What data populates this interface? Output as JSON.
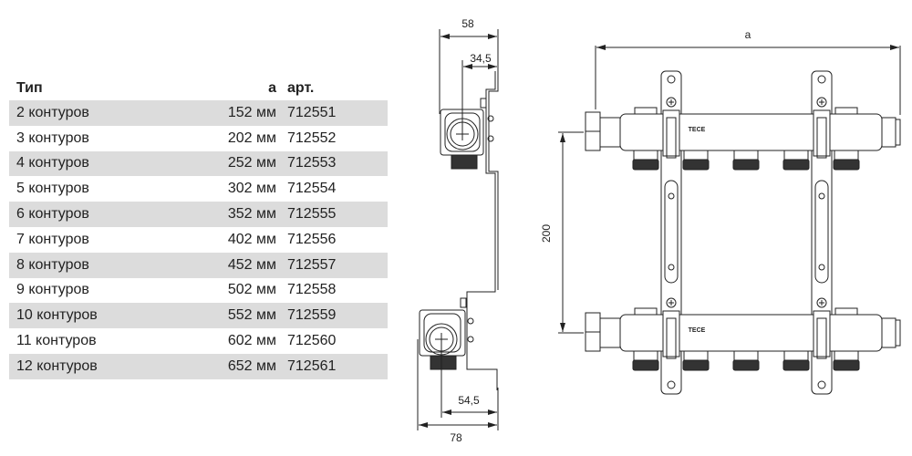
{
  "table": {
    "headers": {
      "type": "Тип",
      "a": "a",
      "art": "арт."
    },
    "rows": [
      {
        "type": "2 контуров",
        "a": "152 мм",
        "art": "712551"
      },
      {
        "type": "3 контуров",
        "a": "202 мм",
        "art": "712552"
      },
      {
        "type": "4 контуров",
        "a": "252 мм",
        "art": "712553"
      },
      {
        "type": "5 контуров",
        "a": "302 мм",
        "art": "712554"
      },
      {
        "type": "6 контуров",
        "a": "352 мм",
        "art": "712555"
      },
      {
        "type": "7 контуров",
        "a": "402 мм",
        "art": "712556"
      },
      {
        "type": "8 контуров",
        "a": "452 мм",
        "art": "712557"
      },
      {
        "type": "9 контуров",
        "a": "502 мм",
        "art": "712558"
      },
      {
        "type": "10 контуров",
        "a": "552 мм",
        "art": "712559"
      },
      {
        "type": "11 контуров",
        "a": "602 мм",
        "art": "712560"
      },
      {
        "type": "12 контуров",
        "a": "652 мм",
        "art": "712561"
      }
    ]
  },
  "side_view": {
    "dim_depth_top": "58",
    "dim_axis_top": "34,5",
    "dim_axis_bottom": "54,5",
    "dim_depth_bottom": "78"
  },
  "front_view": {
    "dim_width": "a",
    "dim_height": "200",
    "logo": "TECE"
  }
}
